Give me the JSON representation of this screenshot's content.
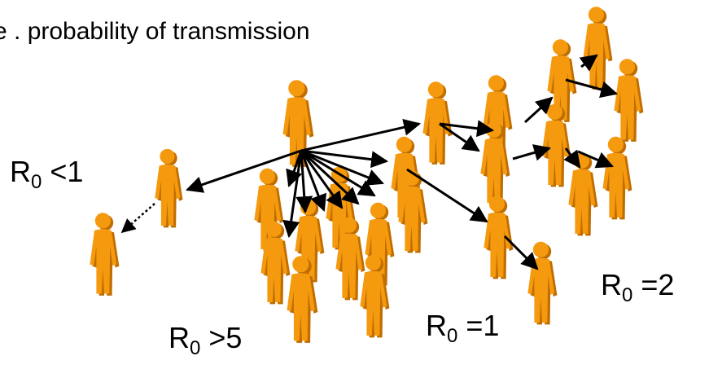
{
  "heading": "e . probability of transmission",
  "labels": {
    "r0_less_1": {
      "base": "R",
      "sub": "0",
      "rest": " <1"
    },
    "r0_greater_5": {
      "base": "R",
      "sub": "0",
      "rest": " >5"
    },
    "r0_equals_1": {
      "base": "R",
      "sub": "0",
      "rest": " =1"
    },
    "r0_equals_2": {
      "base": "R",
      "sub": "0",
      "rest": " =2"
    }
  },
  "colors": {
    "person_fill": "#f59a0e",
    "person_shadow": "#c06d00",
    "arrow": "#000000",
    "background": "#ffffff"
  },
  "icons": {
    "person": "person-icon",
    "arrow": "arrow-line"
  }
}
